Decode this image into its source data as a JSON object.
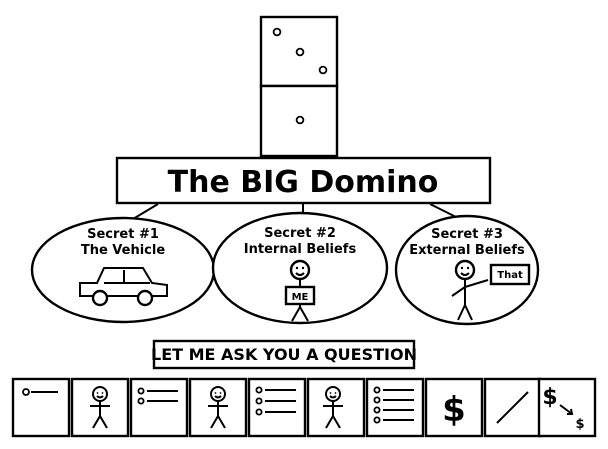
{
  "title": "The BIG Domino",
  "secrets": [
    {
      "heading": "Secret #1",
      "subtitle": "The Vehicle",
      "icon": "car-icon"
    },
    {
      "heading": "Secret #2",
      "subtitle": "Internal Beliefs",
      "icon": "person-holding-sign-icon",
      "sign": "ME"
    },
    {
      "heading": "Secret #3",
      "subtitle": "External Beliefs",
      "icon": "person-pointing-icon",
      "sign": "That"
    }
  ],
  "banner": "LET ME ASK YOU A QUESTION",
  "sequence": [
    "dot-line-icon",
    "stick-figure-icon",
    "two-dot-lines-icon",
    "stick-figure-icon",
    "three-dot-lines-icon",
    "stick-figure-icon",
    "four-dot-lines-icon",
    "dollar-icon",
    "slash-icon",
    "dollar-arrow-dollar-icon"
  ],
  "sequence_symbols": {
    "dollar": "$",
    "dollar_small": "$"
  }
}
